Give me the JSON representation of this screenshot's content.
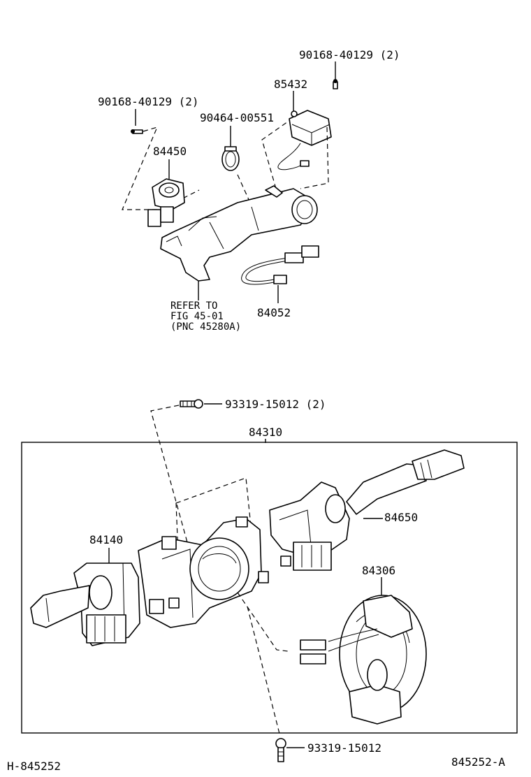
{
  "labels": {
    "p_90168_top": "90168-40129 (2)",
    "p_85432": "85432",
    "p_90168_left": "90168-40129 (2)",
    "p_90464": "90464-00551",
    "p_84450": "84450",
    "refer_1": "REFER TO",
    "refer_2": "FIG 45-01",
    "refer_3": "(PNC 45280A)",
    "p_84052": "84052",
    "p_93319_top": "93319-15012 (2)",
    "p_84310": "84310",
    "p_84650": "84650",
    "p_84140": "84140",
    "p_84306": "84306",
    "p_93319_bottom": "93319-15012",
    "footer_left": "H-845252",
    "footer_right": "845252-A"
  }
}
